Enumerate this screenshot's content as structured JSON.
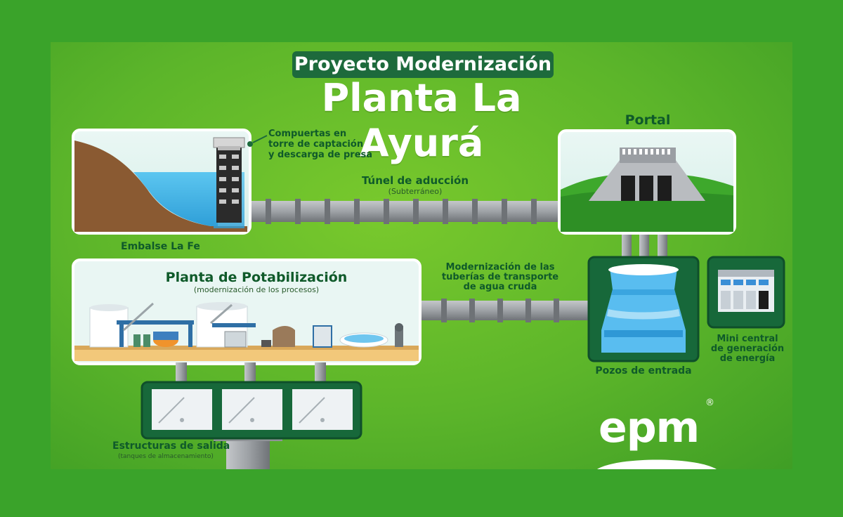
{
  "header": {
    "subtitle": "Proyecto Modernización",
    "title": "Planta La Ayurá"
  },
  "labels": {
    "compuertas": [
      "Compuertas en",
      "torre de captación",
      "y descarga de presa"
    ],
    "embalse": "Embalse La Fe",
    "tunel": "Túnel de aducción",
    "tunel_sub": "(Subterráneo)",
    "portal": "Portal",
    "planta": "Planta de Potabilización",
    "planta_sub": "(modernización de los procesos)",
    "tuberias": [
      "Modernización de las",
      "tuberías de transporte",
      "de agua cruda"
    ],
    "pozos": "Pozos de entrada",
    "mini_central": [
      "Mini central",
      "de generación",
      "de energía"
    ],
    "estructuras": "Estructuras de salida",
    "estructuras_sub": "(tanques de almacenamiento)"
  },
  "brand": {
    "logo": "epm",
    "registered": "®"
  },
  "colors": {
    "background_green": "#5cb52a",
    "dark_green": "#17683a",
    "pipe_gray": "#9a9ea3",
    "water_blue": "#45b5e8",
    "earth_brown": "#8a5a32"
  }
}
